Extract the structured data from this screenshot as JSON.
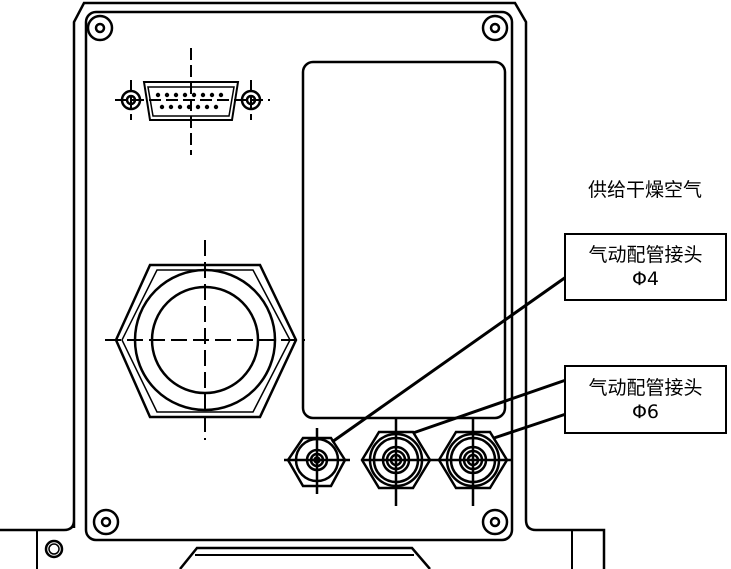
{
  "annotations": {
    "title": "供给干燥空气",
    "label_phi4": {
      "name": "气动配管接头",
      "size": "Φ4"
    },
    "label_phi6": {
      "name": "气动配管接头",
      "size": "Φ6"
    }
  },
  "colors": {
    "line": "#000000",
    "background": "#ffffff"
  }
}
